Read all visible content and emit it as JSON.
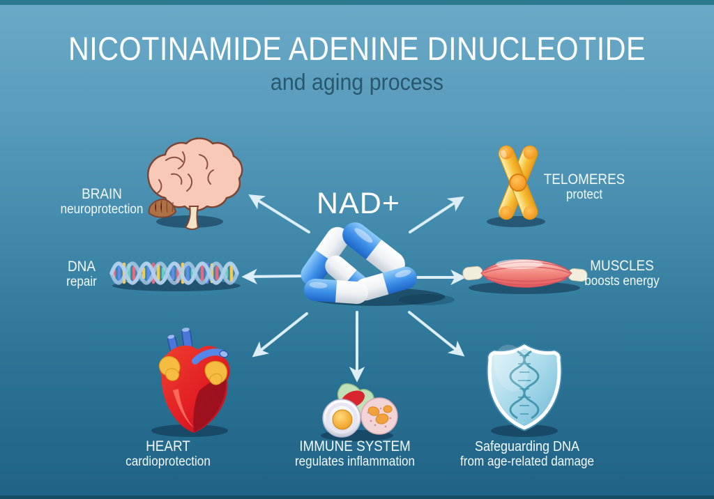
{
  "header": {
    "title": "NICOTINAMIDE ADENINE DINUCLEOTIDE",
    "subtitle": "and aging process"
  },
  "center": {
    "label": "NAD+",
    "icon": "pills-icon"
  },
  "items": [
    {
      "id": "brain",
      "icon": "brain-icon",
      "title": "BRAIN",
      "subtitle": "neuroprotection",
      "arrow": "up-left"
    },
    {
      "id": "telomeres",
      "icon": "chromosome-icon",
      "title": "TELOMERES",
      "subtitle": "protect",
      "arrow": "up-right"
    },
    {
      "id": "dna",
      "icon": "dna-helix-icon",
      "title": "DNA",
      "subtitle": "repair",
      "arrow": "left"
    },
    {
      "id": "muscles",
      "icon": "muscle-icon",
      "title": "MUSCLES",
      "subtitle": "boosts energy",
      "arrow": "right"
    },
    {
      "id": "heart",
      "icon": "heart-icon",
      "title": "HEART",
      "subtitle": "cardioprotection",
      "arrow": "down-left"
    },
    {
      "id": "immune",
      "icon": "immune-cells-icon",
      "title": "IMMUNE SYSTEM",
      "subtitle": "regulates inflammation",
      "arrow": "down"
    },
    {
      "id": "shield",
      "icon": "dna-shield-icon",
      "title": "Safeguarding DNA",
      "subtitle": "from age-related damage",
      "arrow": "down-right"
    }
  ],
  "colors": {
    "background_top": "#6aabc8",
    "background_bottom": "#206287",
    "title_text": "#ffffff",
    "subtitle_text": "#27586e",
    "label_text": "#f2f9fc",
    "arrow": "#dceef7",
    "pill_blue": "#3d8fe8",
    "chromosome_gold": "#f7c23c",
    "muscle_red": "#ee6a6a",
    "heart_red": "#d81f2a",
    "shield_blue": "#9fd4e6",
    "shadow": "#0e3048"
  }
}
